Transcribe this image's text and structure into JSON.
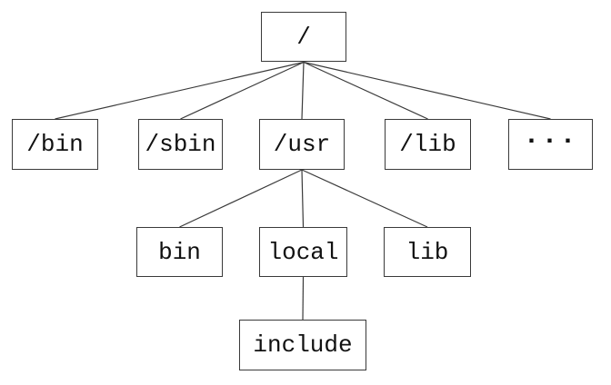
{
  "diagram": {
    "type": "tree",
    "background_color": "#ffffff",
    "line_color": "#3a3a3a",
    "text_color": "#111111",
    "nodes": {
      "root": {
        "label": "/"
      },
      "bin": {
        "label": "/bin"
      },
      "sbin": {
        "label": "/sbin"
      },
      "usr": {
        "label": "/usr"
      },
      "lib": {
        "label": "/lib"
      },
      "ellipsis": {
        "label": "···"
      },
      "usr_bin": {
        "label": "bin"
      },
      "usr_local": {
        "label": "local"
      },
      "usr_lib": {
        "label": "lib"
      },
      "usr_local_include": {
        "label": "include"
      }
    },
    "edges": [
      {
        "from": "/",
        "to": "/bin"
      },
      {
        "from": "/",
        "to": "/sbin"
      },
      {
        "from": "/",
        "to": "/usr"
      },
      {
        "from": "/",
        "to": "/lib"
      },
      {
        "from": "/",
        "to": "···"
      },
      {
        "from": "/usr",
        "to": "bin"
      },
      {
        "from": "/usr",
        "to": "local"
      },
      {
        "from": "/usr",
        "to": "lib"
      },
      {
        "from": "local",
        "to": "include"
      }
    ]
  }
}
